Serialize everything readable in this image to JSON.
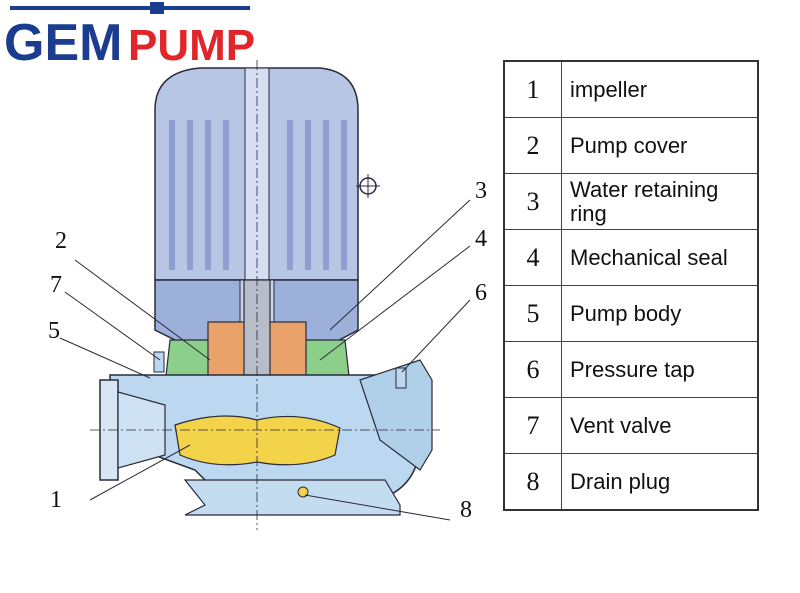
{
  "brand": {
    "prefix": "GEM",
    "suffix": "PUMP",
    "primary": "#1a3d8f",
    "accent": "#e0262b"
  },
  "callouts": [
    "1",
    "2",
    "3",
    "4",
    "5",
    "6",
    "7",
    "8"
  ],
  "legend": [
    {
      "num": "1",
      "label": "impeller"
    },
    {
      "num": "2",
      "label": "Pump cover"
    },
    {
      "num": "3",
      "label": "Water retaining ring"
    },
    {
      "num": "4",
      "label": "Mechanical seal"
    },
    {
      "num": "5",
      "label": "Pump body"
    },
    {
      "num": "6",
      "label": "Pressure tap"
    },
    {
      "num": "7",
      "label": "Vent valve"
    },
    {
      "num": "8",
      "label": "Drain plug"
    }
  ],
  "colors": {
    "motor": "#b8c6e6",
    "motor_dark": "#8f9ed0",
    "body": "#bcd8f0",
    "impeller": "#f2d34a",
    "seal_ring": "#e9a26a",
    "cover": "#8ccf8a",
    "outline": "#2a2a3a"
  }
}
